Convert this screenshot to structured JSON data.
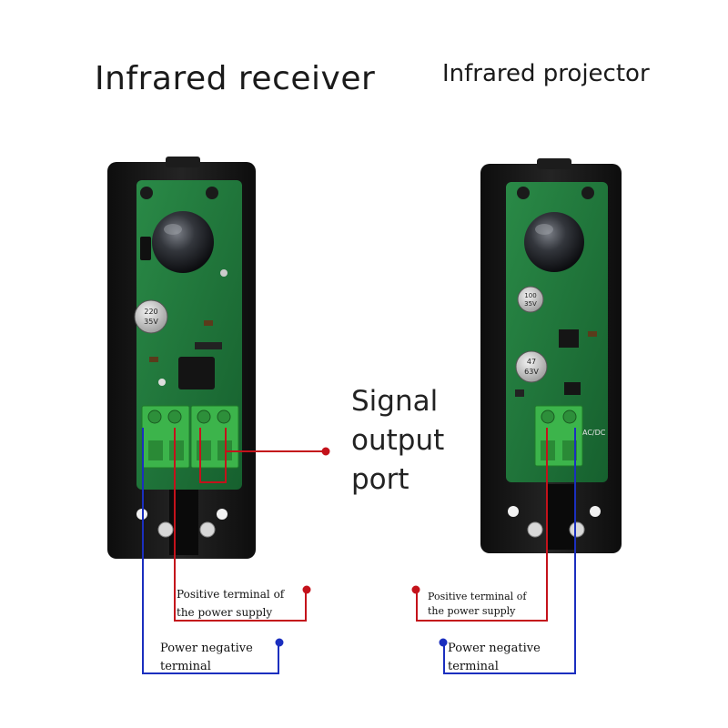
{
  "titles": {
    "receiver": "Infrared receiver",
    "projector": "Infrared projector"
  },
  "signal": {
    "line1": "Signal",
    "line2": "output",
    "line3": "port"
  },
  "receiver_labels": {
    "positive_line1": "Positive terminal of",
    "positive_line2": "the power supply",
    "negative_line1": "Power negative",
    "negative_line2": "terminal"
  },
  "projector_labels": {
    "positive_line1": "Positive terminal of",
    "positive_line2": "the power supply",
    "negative_line1": "Power negative",
    "negative_line2": "terminal"
  },
  "component_text": {
    "rx_cap1_a": "220",
    "rx_cap1_b": "35V",
    "tx_cap1_a": "100",
    "tx_cap1_b": "35V",
    "tx_cap2_a": "47",
    "tx_cap2_b": "63V",
    "tx_acdc": "AC/DC"
  },
  "colors": {
    "positive_wire": "#c4121b",
    "negative_wire": "#1b2fbf",
    "pcb": "#1f7a3c",
    "terminal_block": "#3cb44b",
    "housing": "#151515"
  }
}
